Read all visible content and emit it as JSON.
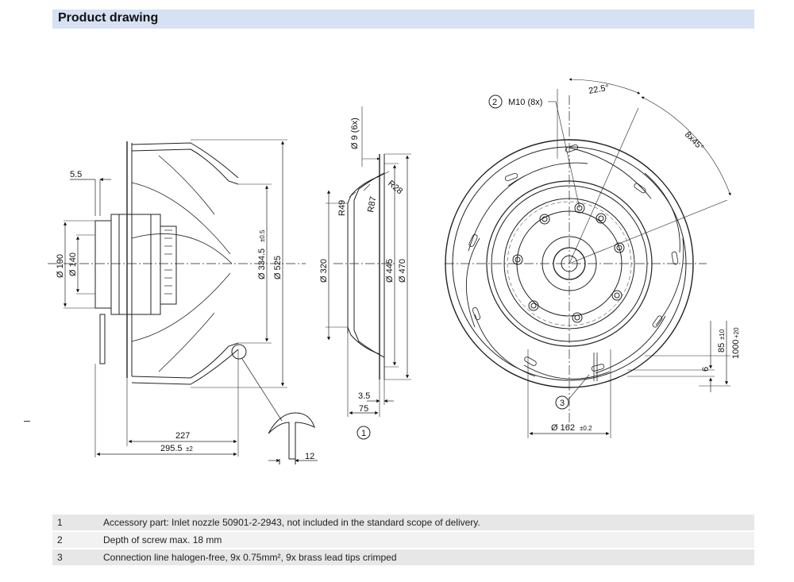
{
  "header": {
    "title": "Product drawing"
  },
  "labels": {
    "side_dim_5_5": "5.5",
    "side_dim_d190": "Ø 190",
    "side_dim_d140": "Ø 140",
    "side_dim_d334": "Ø 334.5",
    "side_dim_d334_tol": "±0.5",
    "side_dim_d525": "Ø 525",
    "side_dim_227": "227",
    "side_dim_295": "295.5",
    "side_dim_295_tol": "±2",
    "side_dim_12": "12",
    "nozzle_d9": "Ø 9 (6x)",
    "nozzle_r49": "R49",
    "nozzle_r87": "R87",
    "nozzle_r28": "R28",
    "nozzle_d320": "Ø 320",
    "nozzle_d445": "Ø 445",
    "nozzle_d470": "Ø 470",
    "nozzle_3_5": "3.5",
    "nozzle_75": "75",
    "callout_1": "1",
    "front_callout_2": "2",
    "front_m10": "M10 (8x)",
    "front_22_5": "22.5°",
    "front_8x45": "8x45°",
    "front_85": "85",
    "front_85_tol": "±10",
    "front_1000": "1000",
    "front_1000_tol": "+20",
    "front_6": "6",
    "front_callout_3": "3",
    "front_d162": "Ø 162",
    "front_d162_tol": "±0.2"
  },
  "notes": [
    {
      "num": "1",
      "text": "Accessory part: Inlet nozzle 50901-2-2943, not included in the standard scope of delivery."
    },
    {
      "num": "2",
      "text": "Depth of screw max. 18 mm"
    },
    {
      "num": "3",
      "text": "Connection line halogen-free, 9x 0.75mm², 9x brass lead tips crimped"
    }
  ]
}
